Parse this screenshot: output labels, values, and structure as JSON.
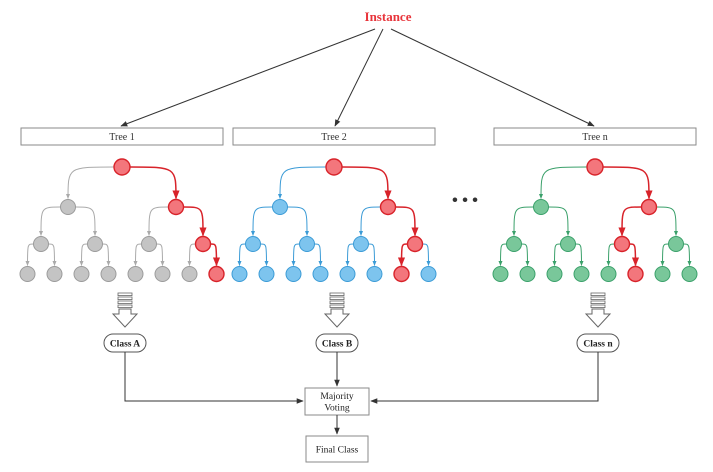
{
  "instance_label": "Instance",
  "colors": {
    "highlight_stroke": "#d8232a",
    "highlight_fill": "#f3767c",
    "gray_fill": "#c4c4c4",
    "gray_stroke": "#9b9b9b",
    "gray_edge": "#aaaaaa",
    "blue_fill": "#7dc4ee",
    "blue_stroke": "#3b9bd6",
    "blue_edge": "#3b9bd6",
    "green_fill": "#79c79a",
    "green_stroke": "#3aa06a",
    "green_edge": "#3aa06a",
    "arrow": "#333333",
    "box_stroke": "#8a8a8a"
  },
  "trees": [
    {
      "title": "Tree 1",
      "class_label": "Class A",
      "scheme": "gray",
      "path": [
        "root",
        "R",
        "RR",
        "RRR"
      ]
    },
    {
      "title": "Tree 2",
      "class_label": "Class B",
      "scheme": "blue",
      "path": [
        "root",
        "R",
        "RR",
        "RRL"
      ]
    },
    {
      "title": "Tree n",
      "class_label": "Class n",
      "scheme": "green",
      "path": [
        "root",
        "R",
        "RL",
        "RLR"
      ]
    }
  ],
  "ellipsis": "• • •",
  "majority_voting": {
    "line1": "Majority",
    "line2": "Voting"
  },
  "final_class": "Final Class"
}
